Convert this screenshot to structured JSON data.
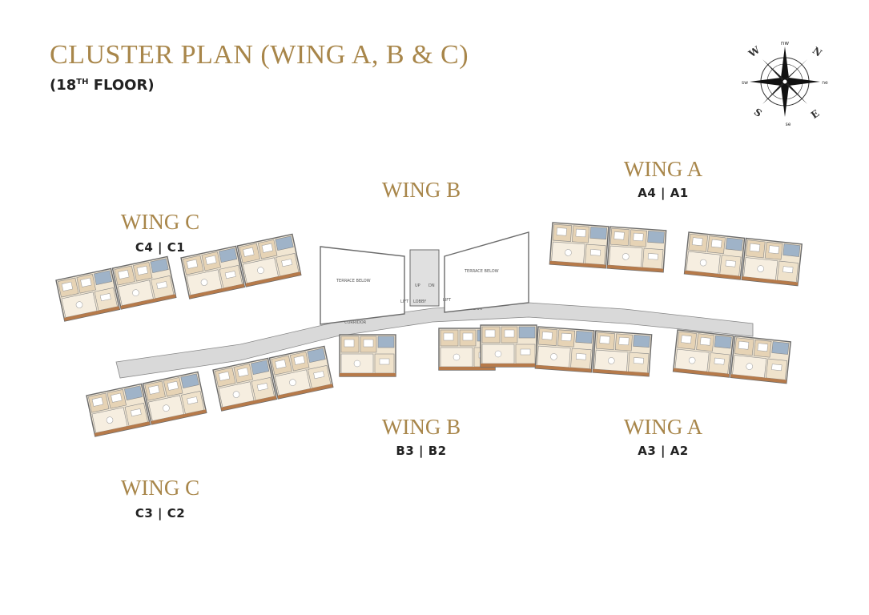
{
  "header": {
    "title": "CLUSTER PLAN (WING A, B & C)",
    "floor_prefix": "(18",
    "floor_sup": "TH",
    "floor_suffix": " FLOOR)"
  },
  "compass": {
    "n": "N",
    "s": "S",
    "e": "E",
    "w": "W",
    "nw": "nw",
    "ne": "ne",
    "sw": "sw",
    "se": "se"
  },
  "wings": {
    "wing_c_top": {
      "name": "WING C",
      "units": "C4 | C1"
    },
    "wing_c_bottom": {
      "name": "WING C",
      "units": "C3 | C2"
    },
    "wing_b_top": {
      "name": "WING B",
      "units": ""
    },
    "wing_b_bottom": {
      "name": "WING B",
      "units": "B3 | B2"
    },
    "wing_a_top": {
      "name": "WING A",
      "units": "A4 | A1"
    },
    "wing_a_bottom": {
      "name": "WING A",
      "units": "A3 | A2"
    }
  },
  "plan": {
    "corridor_label": "CORRIDOR",
    "lobby_label": "LOBBY",
    "lift_label": "LIFT",
    "up_label": "UP",
    "dn_label": "DN",
    "terrace_label": "TERRACE BELOW"
  },
  "colors": {
    "accent": "#a8864a",
    "floor": "#f1e6d2",
    "wood": "#b67a4a",
    "bath": "#9fb3c8",
    "corridor": "#d9d9d9",
    "wall": "#6b6b6b"
  }
}
